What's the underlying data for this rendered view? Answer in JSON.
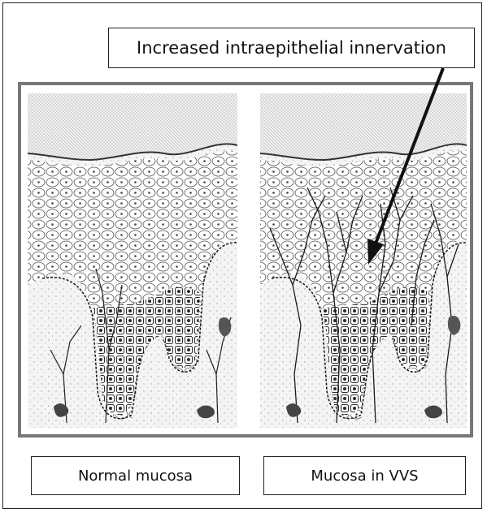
{
  "callout": {
    "text": "Increased intraepithelial innervation"
  },
  "panels": {
    "left_label": "Normal mucosa",
    "right_label": "Mucosa in VVS"
  }
}
